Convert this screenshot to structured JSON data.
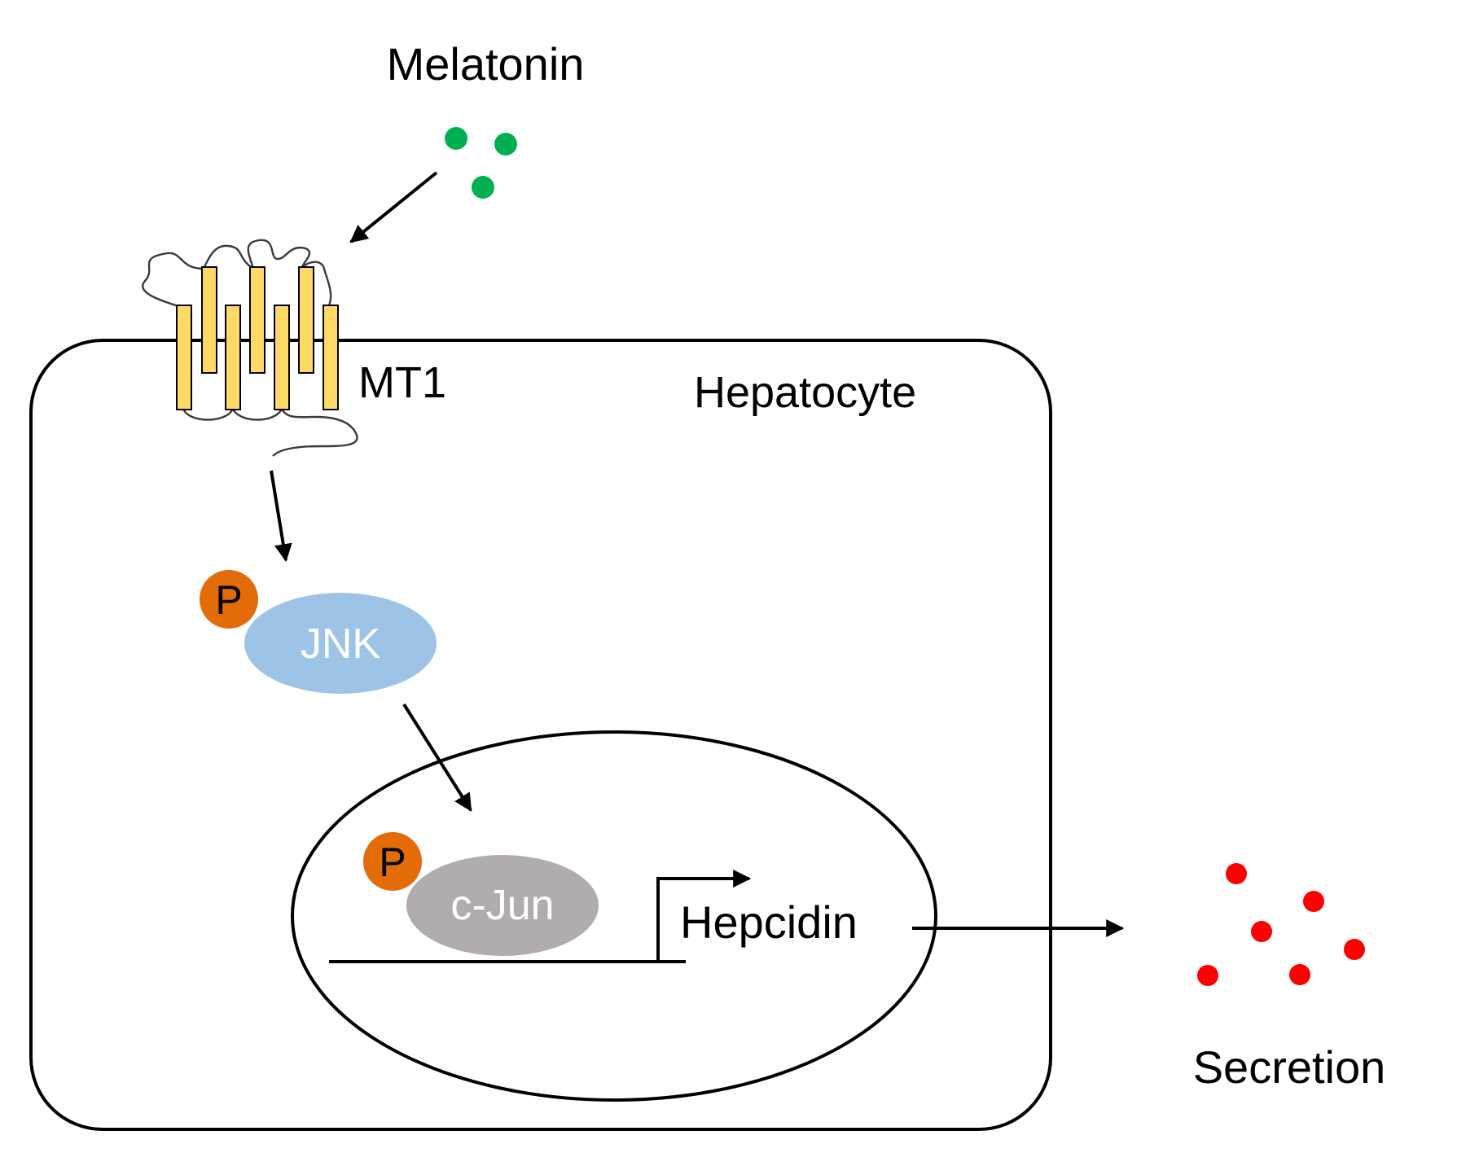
{
  "labels": {
    "ligand": "Melatonin",
    "receptor": "MT1",
    "cell": "Hepatocyte",
    "kinase": "JNK",
    "transcription_factor": "c-Jun",
    "gene": "Hepcidin",
    "output": "Secretion",
    "phospho_kinase": "P",
    "phospho_tf": "P"
  },
  "colors": {
    "melatonin_dots": "#00b050",
    "secretion_dots": "#ff0000",
    "receptor_helix": "#ffd966",
    "phospho": "#e36c09",
    "jnk": "#9dc3e6",
    "cjun": "#b1adac"
  },
  "nodes": [
    {
      "id": "melatonin",
      "label": "Melatonin"
    },
    {
      "id": "mt1",
      "label": "MT1"
    },
    {
      "id": "jnk",
      "label": "JNK"
    },
    {
      "id": "cjun",
      "label": "c-Jun"
    },
    {
      "id": "hepcidin",
      "label": "Hepcidin"
    },
    {
      "id": "secretion",
      "label": "Secretion"
    }
  ],
  "edges": [
    {
      "from": "melatonin",
      "to": "mt1"
    },
    {
      "from": "mt1",
      "to": "jnk"
    },
    {
      "from": "jnk",
      "to": "cjun"
    },
    {
      "from": "hepcidin",
      "to": "secretion"
    }
  ]
}
